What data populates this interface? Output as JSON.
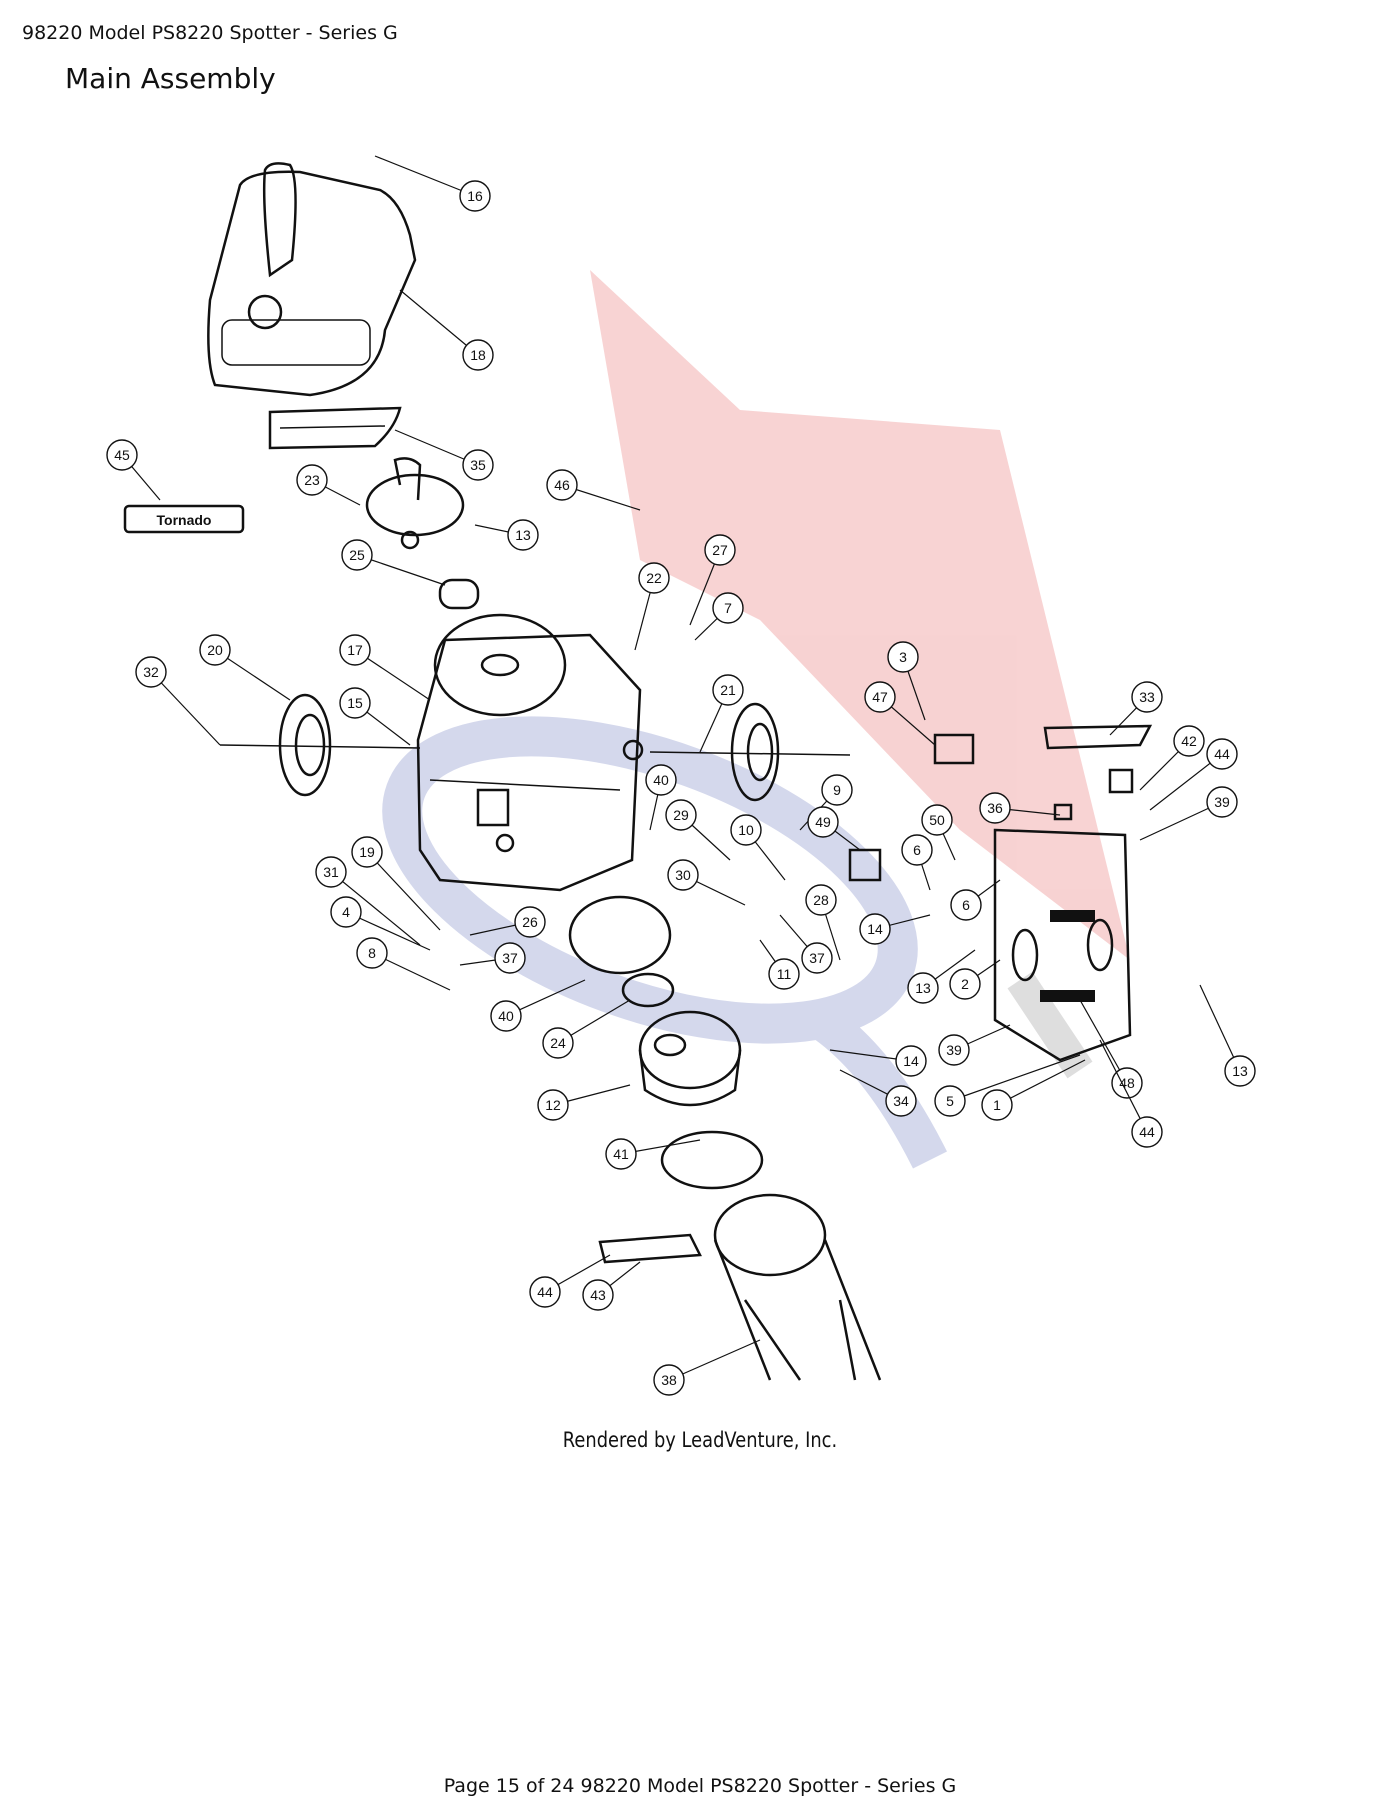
{
  "header": {
    "doc_title": "98220 Model PS8220 Spotter - Series G",
    "section_title": "Main Assembly"
  },
  "diagram": {
    "brand_label": "Tornado",
    "credit": "Rendered by LeadVenture, Inc.",
    "callouts": [
      {
        "n": "16"
      },
      {
        "n": "18"
      },
      {
        "n": "35"
      },
      {
        "n": "45"
      },
      {
        "n": "23"
      },
      {
        "n": "13"
      },
      {
        "n": "46"
      },
      {
        "n": "25"
      },
      {
        "n": "22"
      },
      {
        "n": "27"
      },
      {
        "n": "7"
      },
      {
        "n": "20"
      },
      {
        "n": "17"
      },
      {
        "n": "32"
      },
      {
        "n": "15"
      },
      {
        "n": "21"
      },
      {
        "n": "3"
      },
      {
        "n": "47"
      },
      {
        "n": "33"
      },
      {
        "n": "42"
      },
      {
        "n": "44"
      },
      {
        "n": "39"
      },
      {
        "n": "40"
      },
      {
        "n": "9"
      },
      {
        "n": "29"
      },
      {
        "n": "10"
      },
      {
        "n": "49"
      },
      {
        "n": "36"
      },
      {
        "n": "50"
      },
      {
        "n": "6"
      },
      {
        "n": "19"
      },
      {
        "n": "31"
      },
      {
        "n": "30"
      },
      {
        "n": "6"
      },
      {
        "n": "4"
      },
      {
        "n": "26"
      },
      {
        "n": "28"
      },
      {
        "n": "14"
      },
      {
        "n": "37"
      },
      {
        "n": "8"
      },
      {
        "n": "11"
      },
      {
        "n": "37"
      },
      {
        "n": "13"
      },
      {
        "n": "2"
      },
      {
        "n": "40"
      },
      {
        "n": "24"
      },
      {
        "n": "14"
      },
      {
        "n": "39"
      },
      {
        "n": "12"
      },
      {
        "n": "34"
      },
      {
        "n": "5"
      },
      {
        "n": "1"
      },
      {
        "n": "48"
      },
      {
        "n": "13"
      },
      {
        "n": "44"
      },
      {
        "n": "41"
      },
      {
        "n": "44"
      },
      {
        "n": "43"
      },
      {
        "n": "38"
      }
    ]
  },
  "footer": {
    "text": "Page 15 of 24 98220 Model PS8220 Spotter - Series G"
  },
  "colors": {
    "watermark_red": "#f3b4b4",
    "watermark_blue": "#b9bfe0",
    "watermark_grey": "#cfcfcf"
  }
}
